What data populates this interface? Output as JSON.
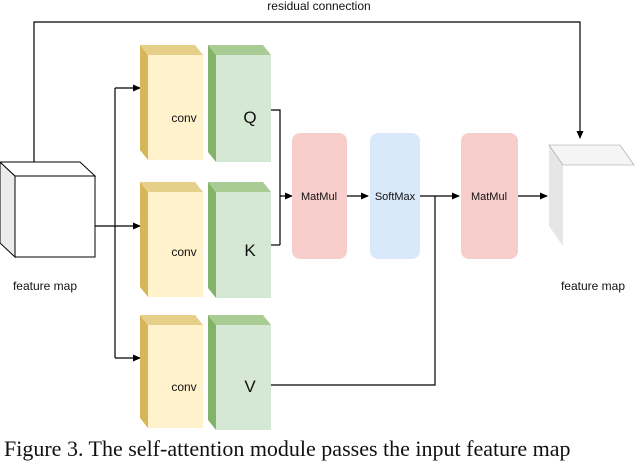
{
  "labels": {
    "residual": "residual connection",
    "feature_map_in": "feature map",
    "feature_map_out": "feature map",
    "conv": [
      "conv",
      "conv",
      "conv"
    ],
    "q": "Q",
    "k": "K",
    "v": "V",
    "matmul1": "MatMul",
    "softmax": "SoftMax",
    "matmul2": "MatMul"
  },
  "caption": "Figure 3. The self-attention module passes the input feature map",
  "colors": {
    "conv_front": "#fff2cc",
    "conv_side": "#d6b656",
    "qkv_front": "#d5e8d4",
    "qkv_side": "#82b366",
    "matmul": "#f8cecc",
    "softmax": "#dae8fc",
    "line": "#000000"
  }
}
